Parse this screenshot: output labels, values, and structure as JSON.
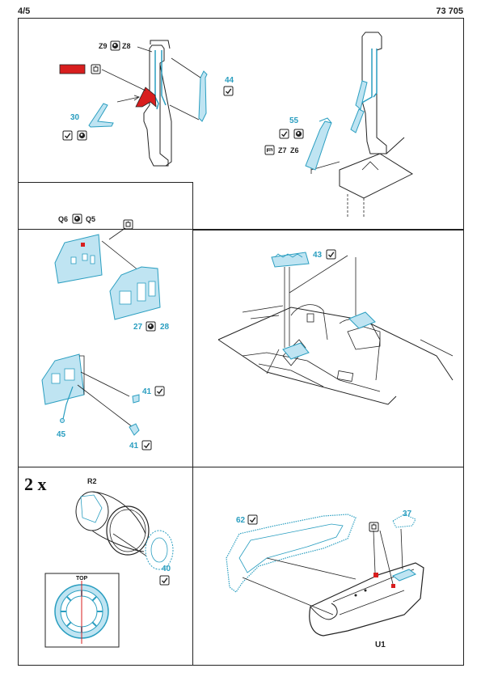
{
  "header": {
    "page": "4/5",
    "code": "73 705"
  },
  "panel1": {
    "labels": {
      "z9": "Z9",
      "z8": "Z8",
      "p44": "44",
      "p30": "30",
      "p55": "55",
      "z7": "Z7",
      "z6": "Z6"
    }
  },
  "panel2": {
    "labels": {
      "q6": "Q6",
      "q5": "Q5",
      "p27": "27",
      "p28": "28",
      "p41a": "41",
      "p45": "45",
      "p41b": "41"
    }
  },
  "panel3": {
    "labels": {
      "p43": "43"
    }
  },
  "panel4": {
    "labels": {
      "mult": "2 x",
      "r2": "R2",
      "p40": "40",
      "top": "TOP"
    }
  },
  "panel5": {
    "labels": {
      "p62": "62",
      "p37": "37",
      "u1": "U1"
    }
  },
  "colors": {
    "etch_blue": "#2a9ec0",
    "part_fill": "#bfe4f2",
    "highlight_red": "#d81e1e",
    "line": "#222222"
  },
  "icons": [
    "etch-bend-icon",
    "glue-icon",
    "check-icon",
    "paint-icon"
  ]
}
